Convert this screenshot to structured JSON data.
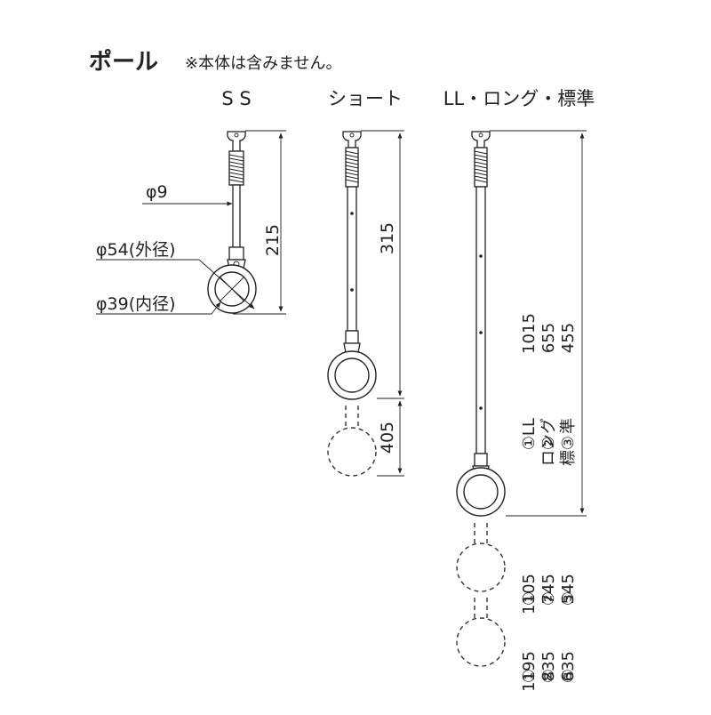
{
  "header": {
    "title": "ポール",
    "note": "※本体は含みません。"
  },
  "columns": {
    "ss": "S S",
    "short": "ショート",
    "ll": "LL・ロング・標準"
  },
  "ss_dims": {
    "pipe_diameter": "φ9",
    "outer_diameter": "φ54(外径)",
    "inner_diameter": "φ39(内径)",
    "length": "215"
  },
  "short_dims": {
    "length": "315",
    "extension": "405"
  },
  "ll_dims": {
    "base_list": [
      {
        "mark": "①",
        "name": "LL",
        "value": "1015"
      },
      {
        "mark": "②",
        "name": "ロング",
        "value": "655"
      },
      {
        "mark": "③",
        "name": "標　準",
        "value": "455"
      }
    ],
    "ext1_list": [
      {
        "mark": "①",
        "value": "1105"
      },
      {
        "mark": "②",
        "value": "745"
      },
      {
        "mark": "③",
        "value": "545"
      }
    ],
    "ext2_list": [
      {
        "mark": "①",
        "value": "1195"
      },
      {
        "mark": "②",
        "value": "835"
      },
      {
        "mark": "③",
        "value": "635"
      }
    ]
  }
}
